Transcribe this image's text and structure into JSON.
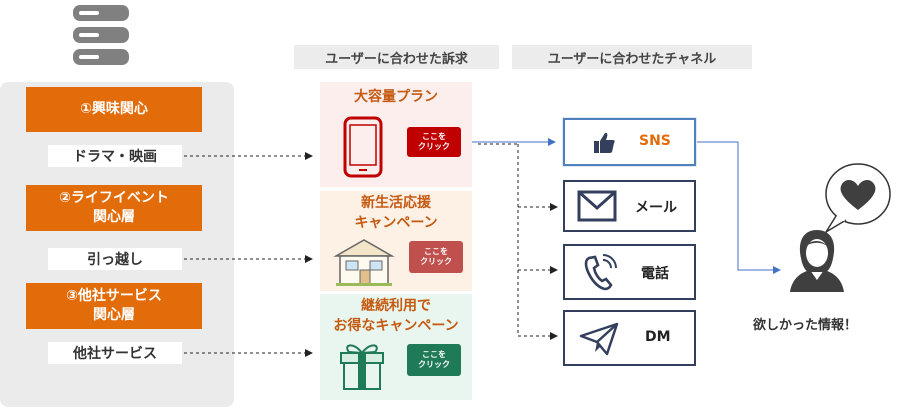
{
  "headers": {
    "message": "ユーザーに合わせた訴求",
    "channel": "ユーザーに合わせたチャネル"
  },
  "segments": [
    {
      "title": "①興味関心",
      "trigger": "ドラマ・映画"
    },
    {
      "title": "②ライフイベント\n関心層",
      "trigger": "引っ越し"
    },
    {
      "title": "③他社サービス\n関心層",
      "trigger": "他社サービス"
    }
  ],
  "offers": [
    {
      "title": "大容量プラン",
      "cta": "ここを\nクリック",
      "cta_color": "#c00000",
      "bg": "#fdeeee",
      "icon": "smartphone-icon"
    },
    {
      "title": "新生活応援\nキャンペーン",
      "cta": "ここを\nクリック",
      "cta_color": "#c0504d",
      "bg": "#fdf1e6",
      "icon": "house-icon"
    },
    {
      "title": "継続利用で\nお得なキャンペーン",
      "cta": "ここを\nクリック",
      "cta_color": "#1f7a58",
      "bg": "#e9f6ef",
      "icon": "gift-box-icon"
    }
  ],
  "channels": [
    {
      "label": "SNS",
      "icon": "thumbs-up-icon",
      "color": "#e36c0a"
    },
    {
      "label": "メール",
      "icon": "envelope-icon",
      "color": "#222222"
    },
    {
      "label": "電話",
      "icon": "phone-icon",
      "color": "#222222"
    },
    {
      "label": "DM",
      "icon": "paper-plane-icon",
      "color": "#222222"
    }
  ],
  "user": {
    "caption": "欲しかった情報！",
    "icon": "person-icon",
    "bubble_icon": "heart-icon"
  },
  "source": {
    "icon": "database-icon"
  },
  "colors": {
    "accent": "#e36c0a",
    "line": "#4472c4",
    "border": "#333f5c"
  }
}
